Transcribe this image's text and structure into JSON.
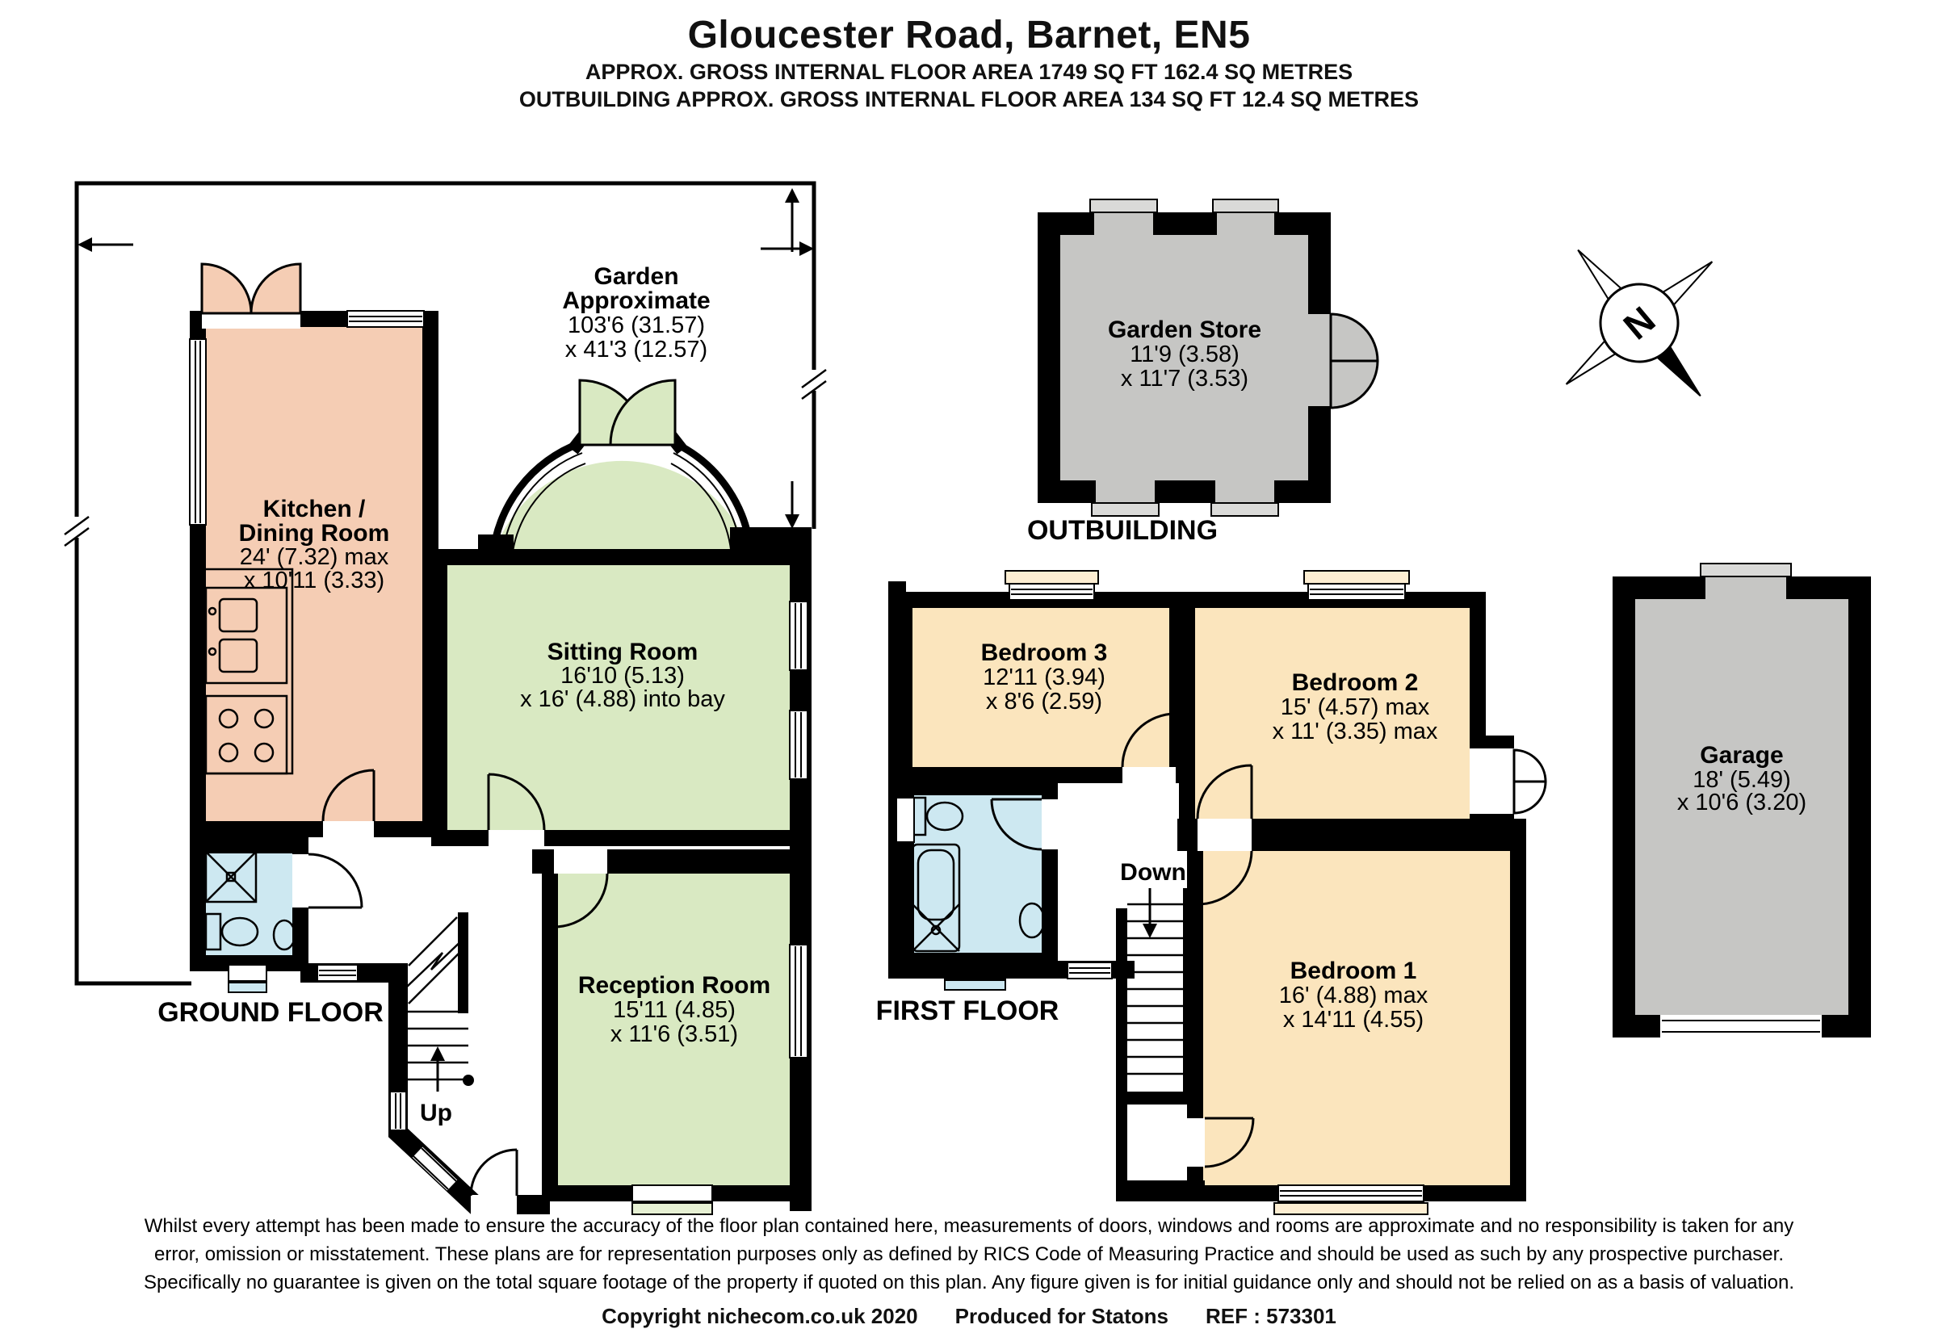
{
  "header": {
    "title": "Gloucester Road, Barnet, EN5",
    "area_line": "APPROX. GROSS INTERNAL FLOOR AREA 1749 SQ FT 162.4 SQ METRES",
    "outbuilding_area_line": "OUTBUILDING APPROX. GROSS INTERNAL FLOOR AREA 134 SQ FT 12.4 SQ METRES"
  },
  "floor_labels": {
    "ground": "GROUND FLOOR",
    "first": "FIRST FLOOR",
    "outbuilding": "OUTBUILDING"
  },
  "rooms": {
    "garden": {
      "line1": "Garden",
      "line2": "Approximate",
      "dim1": "103'6 (31.57)",
      "dim2": "x 41'3 (12.57)"
    },
    "kitchen_dining": {
      "line1": "Kitchen /",
      "line2": "Dining Room",
      "dim1": "24' (7.32) max",
      "dim2": "x 10'11 (3.33)"
    },
    "sitting_room": {
      "name": "Sitting Room",
      "dim1": "16'10 (5.13)",
      "dim2": "x 16' (4.88) into bay"
    },
    "reception_room": {
      "name": "Reception Room",
      "dim1": "15'11 (4.85)",
      "dim2": "x 11'6 (3.51)"
    },
    "garden_store": {
      "name": "Garden Store",
      "dim1": "11'9 (3.58)",
      "dim2": "x 11'7 (3.53)"
    },
    "bedroom_3": {
      "name": "Bedroom 3",
      "dim1": "12'11 (3.94)",
      "dim2": "x 8'6 (2.59)"
    },
    "bedroom_2": {
      "name": "Bedroom 2",
      "dim1": "15' (4.57) max",
      "dim2": "x 11' (3.35) max"
    },
    "bedroom_1": {
      "name": "Bedroom 1",
      "dim1": "16' (4.88) max",
      "dim2": "x 14'11 (4.55)"
    },
    "garage": {
      "name": "Garage",
      "dim1": "18' (5.49)",
      "dim2": "x 10'6 (3.20)"
    }
  },
  "stairs": {
    "up": "Up",
    "down": "Down"
  },
  "compass": {
    "north": "N"
  },
  "footer": {
    "disclaimer1": "Whilst every attempt has been made to ensure the accuracy of the floor plan contained here, measurements of doors, windows and rooms are approximate and no responsibility is taken for any",
    "disclaimer2": "error, omission or misstatement. These plans are for representation purposes only as defined by RICS Code of Measuring Practice and should be used as such by any prospective purchaser.",
    "disclaimer3": "Specifically no guarantee is given on the total square footage of the property if quoted on this plan. Any figure given is for initial guidance only and should not be relied on as a basis of valuation.",
    "copyright": "Copyright nichecom.co.uk 2020",
    "produced": "Produced for Statons",
    "ref": "REF : 573301"
  },
  "colors": {
    "pink": "#f5cdb4",
    "green": "#d9e9c2",
    "green_sill": "#e6f0d3",
    "peach": "#fbe5bd",
    "peach_sill": "#fdeed2",
    "blue": "#cde8f1",
    "gray": "#c6c6c4",
    "gray_sill": "#dadad8",
    "wall": "#000000"
  }
}
